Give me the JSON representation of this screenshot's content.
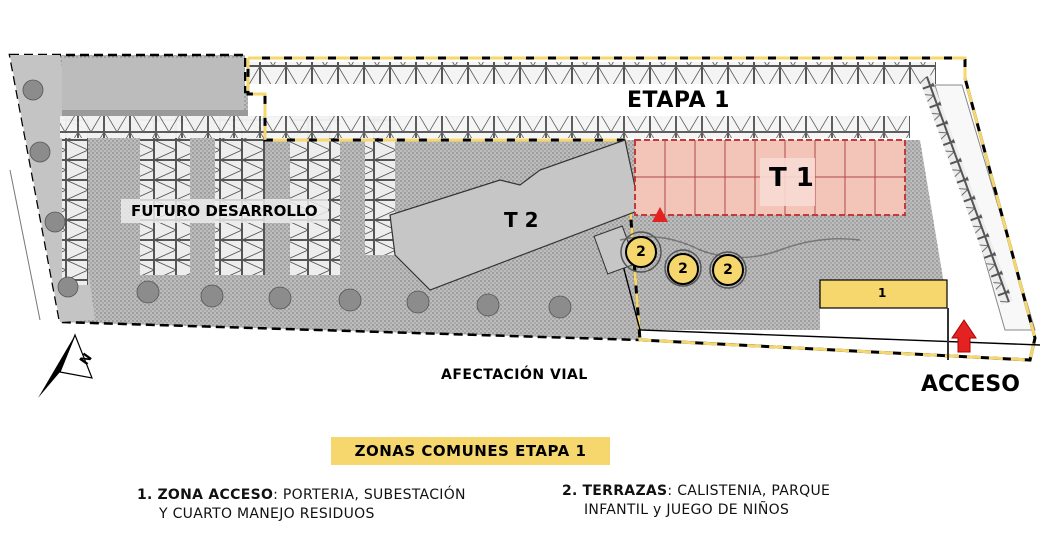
{
  "labels": {
    "etapa": "ETAPA 1",
    "futuro": "FUTURO DESARROLLO",
    "t2": "T 2",
    "t1": "T 1",
    "afectacion": "AFECTACIÓN VIAL",
    "acceso": "ACCESO",
    "north": "N"
  },
  "badges": {
    "zona_1": "1",
    "terraza_a": "2",
    "terraza_b": "2",
    "terraza_c": "2"
  },
  "zones": {
    "title": "ZONAS COMUNES ETAPA 1",
    "item1": {
      "number": "1.",
      "name": "ZONA ACCESO",
      "desc_line1": ": PORTERIA, SUBESTACIÓN",
      "desc_line2": "Y CUARTO MANEJO RESIDUOS"
    },
    "item2": {
      "number": "2.",
      "name": "TERRAZAS",
      "desc_line1": ": CALISTENIA, PARQUE",
      "desc_line2": "INFANTIL y JUEGO DE NIÑOS"
    }
  },
  "colors": {
    "boundary_yellow": "#f5d76e",
    "tower_red": "#e06060",
    "tower_fill": "#f3c4b8",
    "access_arrow": "#e52222",
    "site_gray": "#c8c8c8",
    "dotted_ground": "#9a9a9a"
  },
  "icons": {
    "north_arrow": "north-arrow-icon",
    "access_arrow": "access-arrow-icon",
    "warning_triangle": "triangle-marker-icon"
  }
}
